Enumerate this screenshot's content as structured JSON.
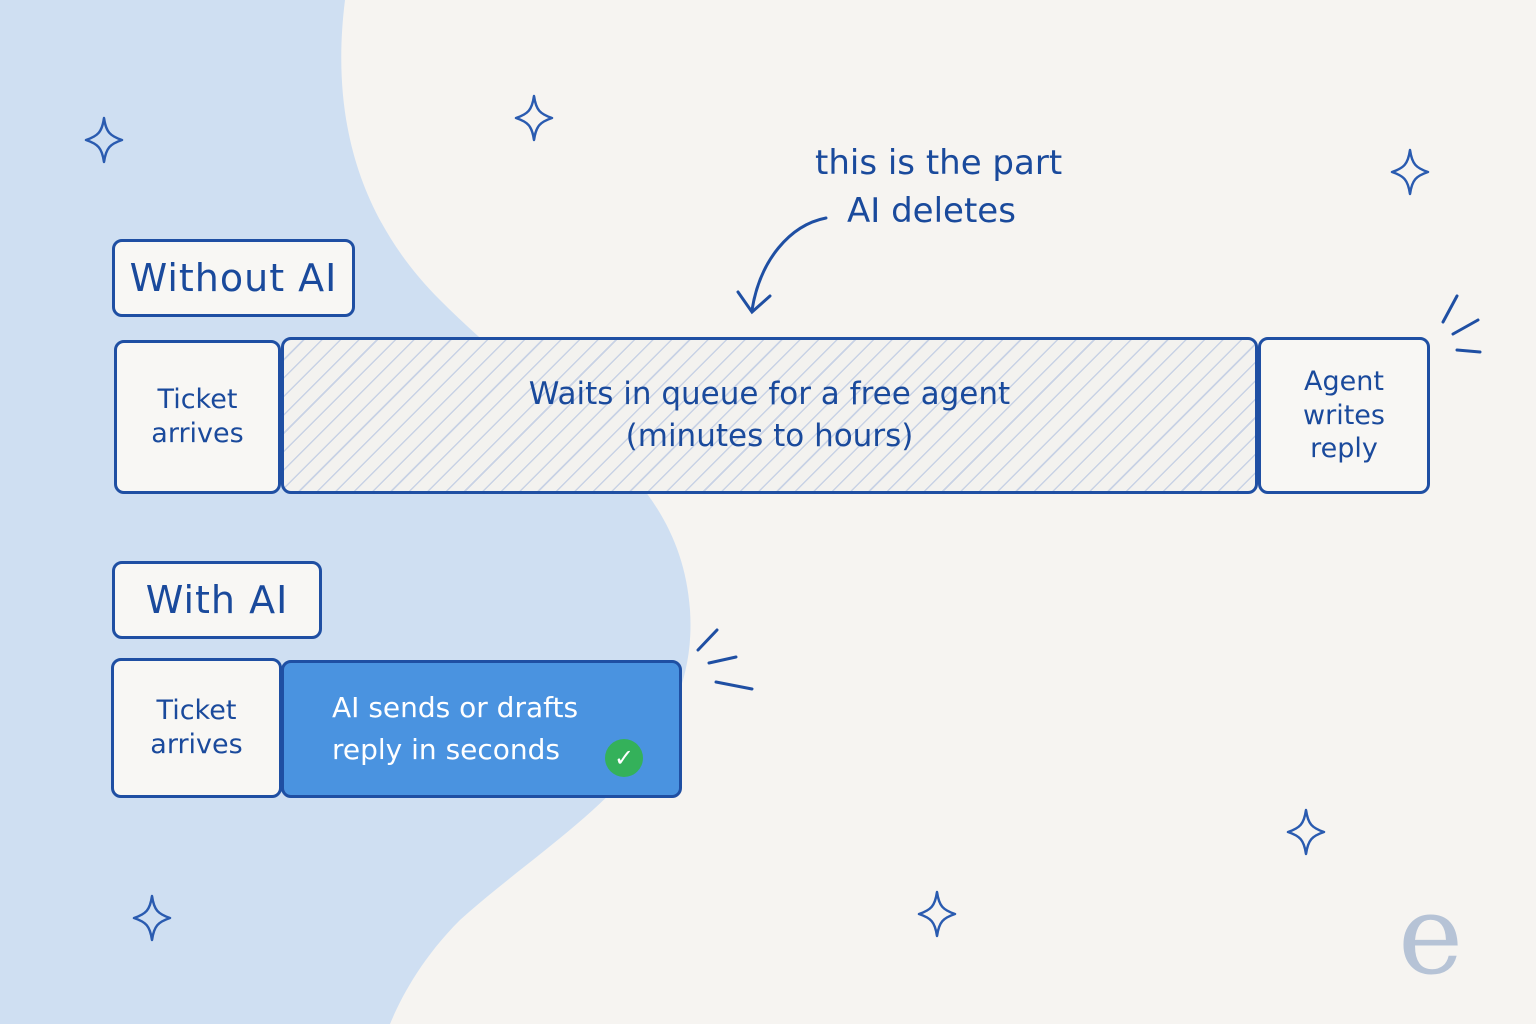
{
  "annotation": {
    "line1": "this is the part",
    "line2": "AI deletes"
  },
  "without_ai": {
    "label": "Without AI",
    "step1": {
      "line1": "Ticket",
      "line2": "arrives"
    },
    "wait": {
      "line1": "Waits in queue for a free agent",
      "line2": "(minutes to hours)"
    },
    "step3": {
      "line1": "Agent",
      "line2": "writes",
      "line3": "reply"
    }
  },
  "with_ai": {
    "label": "With AI",
    "step1": {
      "line1": "Ticket",
      "line2": "arrives"
    },
    "ai_step": {
      "line1": "AI sends or drafts",
      "line2": "reply in seconds"
    }
  },
  "icons": {
    "check": "checkmark-icon",
    "sparkle": "sparkle-icon",
    "arrow": "curved-arrow-icon"
  },
  "logo": "e",
  "colors": {
    "ink": "#1f4fa3",
    "accent": "#4a93e0",
    "blob": "#cfdff2",
    "success": "#34b15a",
    "background": "#f6f4f1"
  }
}
